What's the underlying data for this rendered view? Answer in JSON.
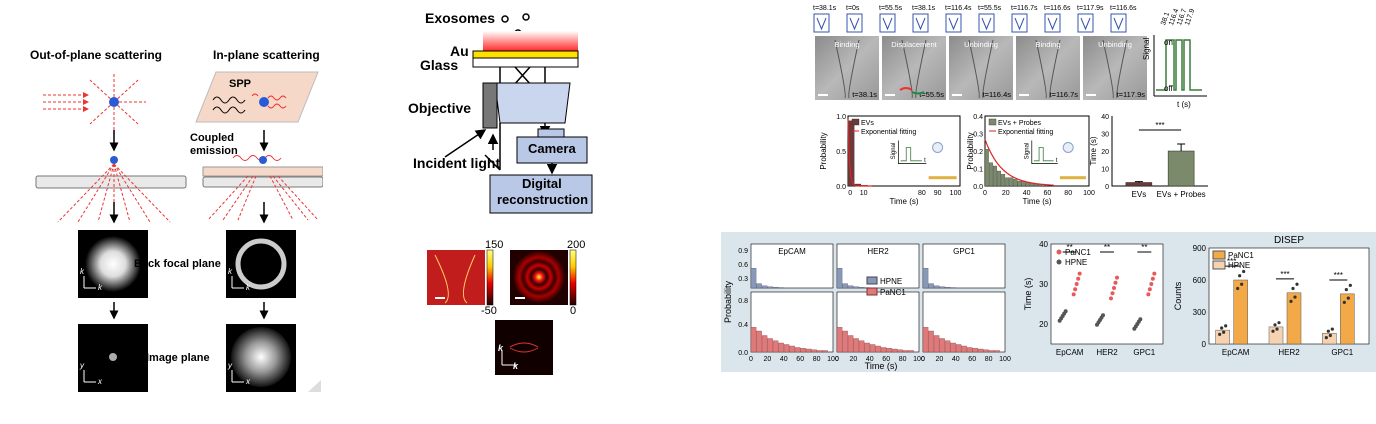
{
  "panelA": {
    "title_left": "Out-of-plane scattering",
    "title_right": "In-plane scattering",
    "spp": "SPP",
    "coupled": "Coupled",
    "emission": "emission",
    "back_focal_plane": "Back focal plane",
    "image_plane": "Image plane",
    "kx": "k",
    "ky": "k",
    "x": "x",
    "y": "y"
  },
  "panelB": {
    "exosomes": "Exosomes",
    "au": "Au",
    "glass": "Glass",
    "objective": "Objective",
    "incident": "Incident light",
    "camera": "Camera",
    "digital": "Digital",
    "reconstruction": "reconstruction",
    "cb1_max": "150",
    "cb1_min": "-50",
    "cb2_max": "200",
    "cb2_min": "0",
    "kx": "k",
    "ky": "k"
  },
  "panelC": {
    "times_top": [
      "t=38.1s",
      "t=0s",
      "t=55.5s",
      "t=38.1s",
      "t=116.4s",
      "t=55.5s",
      "t=116.7s",
      "t=116.6s",
      "t=117.9s",
      "t=116.6s"
    ],
    "stages": [
      "Binding",
      "Displacement",
      "Unbinding",
      "Binding",
      "Unbinding"
    ],
    "times_bottom": [
      "t=38.1s",
      "t=55.5s",
      "t=116.4s",
      "t=116.7s",
      "t=117.9s"
    ],
    "signal_ticks": [
      "38.1",
      "116.4",
      "116.7",
      "117.9"
    ],
    "signal_on": "on",
    "signal_off": "off",
    "signal_ylabel": "Signal",
    "signal_xlabel": "t (s)"
  },
  "chart_data": [
    {
      "type": "bar",
      "id": "ev-hist",
      "xlabel": "Time (s)",
      "ylabel": "Probability",
      "legend": [
        "EVs",
        "Exponential fitting"
      ],
      "xticks": [
        "0",
        "10",
        "80",
        "90",
        "100"
      ],
      "yticks": [
        "0.0",
        "0.5",
        "1.0"
      ],
      "inset_ylabel": "Signal",
      "inset_xlabel": "t",
      "values": [
        0.98,
        0.03,
        0.01
      ]
    },
    {
      "type": "bar",
      "id": "evprobe-hist",
      "xlabel": "Time (s)",
      "ylabel": "Probability",
      "legend": [
        "EVs + Probes",
        "Exponential fitting"
      ],
      "xticks": [
        "0",
        "20",
        "40",
        "60",
        "80",
        "100"
      ],
      "yticks": [
        "0.0",
        "0.1",
        "0.2",
        "0.3",
        "0.4"
      ],
      "inset_ylabel": "Signal",
      "inset_xlabel": "t",
      "values": [
        0.22,
        0.14,
        0.12,
        0.09,
        0.07,
        0.05,
        0.05,
        0.04,
        0.03,
        0.03,
        0.02,
        0.02,
        0.01,
        0.01
      ]
    },
    {
      "type": "bar",
      "id": "time-bar",
      "ylabel": "Time (s)",
      "categories": [
        "EVs",
        "EVs + Probes"
      ],
      "values": [
        2,
        20
      ],
      "errors": [
        0.5,
        4
      ],
      "yticks": [
        "0",
        "10",
        "20",
        "30",
        "40"
      ],
      "ylim": [
        0,
        40
      ],
      "significance": "***"
    },
    {
      "type": "bar",
      "id": "marker-hists",
      "xlabel": "Time (s)",
      "ylabel": "Probability",
      "markers": [
        "EpCAM",
        "HER2",
        "GPC1"
      ],
      "legend": [
        "HPNE",
        "PaNC1"
      ],
      "top_yticks": [
        "0.9",
        "0.6",
        "0.3",
        "0.8",
        "0.4",
        "0.0"
      ],
      "xticks": [
        "0",
        "20",
        "40",
        "60",
        "80",
        "100"
      ],
      "hpne_values": [
        0.45,
        0.1,
        0.05,
        0.03,
        0.02,
        0.01
      ],
      "panc1_values": [
        0.33,
        0.28,
        0.22,
        0.18,
        0.15,
        0.12,
        0.1,
        0.08,
        0.06,
        0.05,
        0.04,
        0.03,
        0.02,
        0.02
      ]
    },
    {
      "type": "scatter",
      "id": "marker-time",
      "ylabel": "Time (s)",
      "categories": [
        "EpCAM",
        "HER2",
        "GPC1"
      ],
      "legend": [
        "PaNC1",
        "HPNE"
      ],
      "yticks": [
        "20",
        "30",
        "40"
      ],
      "significance": [
        "**",
        "**",
        "**"
      ],
      "panc1_mean": [
        30,
        29,
        30
      ],
      "hpne_mean": [
        22,
        21,
        20
      ]
    },
    {
      "type": "bar",
      "id": "disep-counts",
      "title": "DISEP",
      "ylabel": "Counts",
      "categories": [
        "EpCAM",
        "HER2",
        "GPC1"
      ],
      "legend": [
        "PaNC1",
        "HPNE"
      ],
      "yticks": [
        "0",
        "300",
        "600",
        "900"
      ],
      "ylim": [
        0,
        900
      ],
      "panc1": [
        600,
        480,
        470
      ],
      "hpne": [
        130,
        160,
        100
      ],
      "significance": [
        "***",
        "***",
        "***"
      ]
    }
  ]
}
